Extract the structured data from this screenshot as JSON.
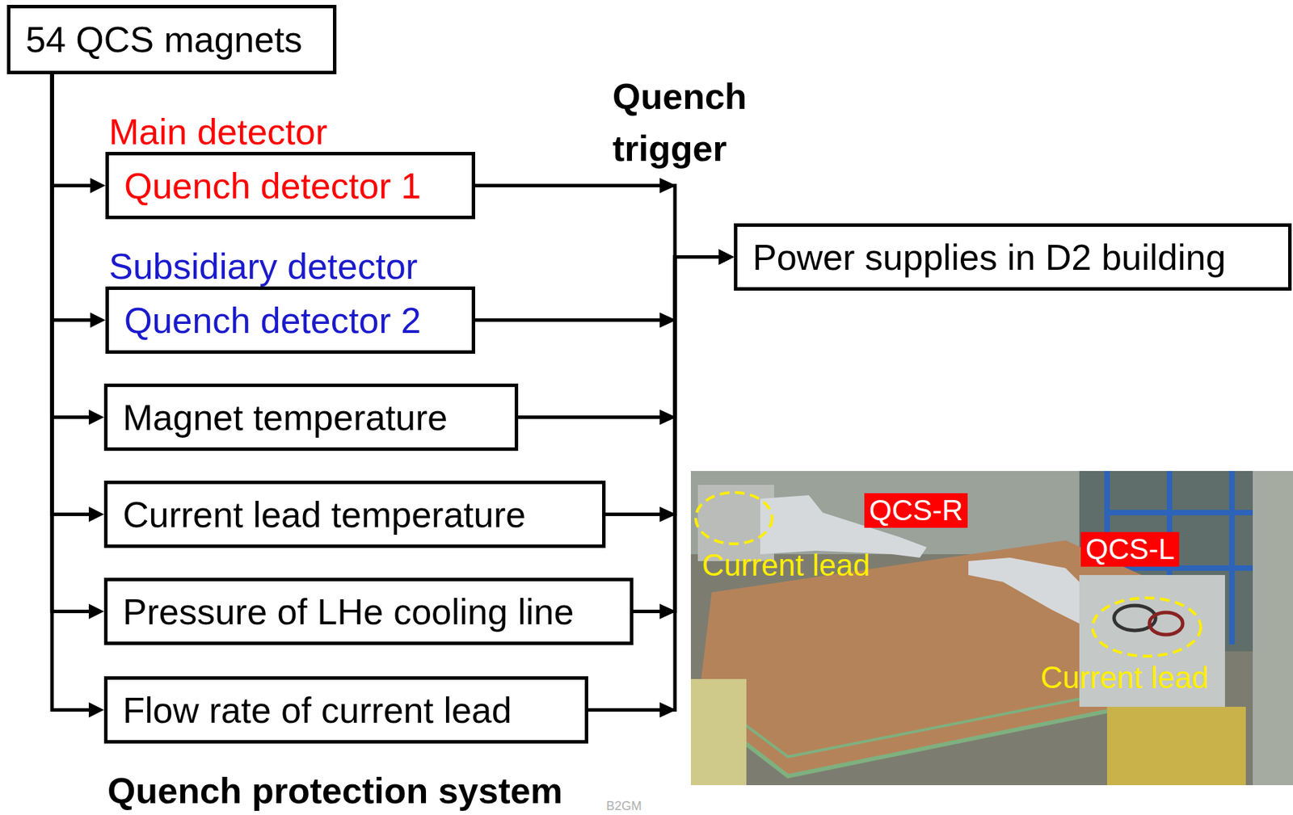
{
  "diagram": {
    "caption": "Quench protection system",
    "nodes": [
      {
        "text": [
          "54 QCS magnets"
        ]
      },
      {
        "text": [
          "Main detector",
          "Quench detector 1"
        ]
      },
      {
        "text": [
          "Subsidiary detector",
          "Quench detector 2"
        ]
      },
      {
        "text": [
          "Magnet temperature"
        ]
      },
      {
        "text": [
          "Current lead temperature"
        ]
      },
      {
        "text": [
          "Pressure of LHe cooling line"
        ]
      },
      {
        "text": [
          "Flow rate of current lead"
        ]
      },
      {
        "text": [
          "Power supplies in D2 building"
        ]
      }
    ],
    "edges": [
      {
        "from": 0,
        "to": 1,
        "arrow": "to"
      },
      {
        "from": 0,
        "to": 2,
        "arrow": "to"
      },
      {
        "from": 0,
        "to": 3,
        "arrow": "to"
      },
      {
        "from": 0,
        "to": 4,
        "arrow": "to"
      },
      {
        "from": 0,
        "to": 5,
        "arrow": "to"
      },
      {
        "from": 0,
        "to": 6,
        "arrow": "to"
      },
      {
        "from": 1,
        "to": 7,
        "arrow": "to"
      },
      {
        "from": 2,
        "to": 7,
        "arrow": "to"
      },
      {
        "from": 3,
        "to": 7,
        "arrow": "to"
      },
      {
        "from": 4,
        "to": 7,
        "arrow": "to"
      },
      {
        "from": 5,
        "to": 7,
        "arrow": "to"
      },
      {
        "from": 6,
        "to": 7,
        "arrow": "to"
      }
    ],
    "labels": [
      "Quench trigger",
      "QCS-R",
      "Current lead",
      "QCS-L",
      "Current lead",
      "B2GM"
    ]
  }
}
